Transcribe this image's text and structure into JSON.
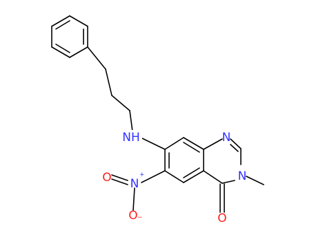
{
  "molecule": {
    "atom_labels": {
      "amine_nh": "NH",
      "ring_n1": "N",
      "ring_n3": "N",
      "nitro_n": "N",
      "nitro_o1": "O",
      "nitro_o2": "O",
      "carbonyl_o": "O"
    },
    "colors": {
      "bond": "#000000",
      "nitrogen": "#3333ff",
      "oxygen": "#ff2020"
    }
  }
}
